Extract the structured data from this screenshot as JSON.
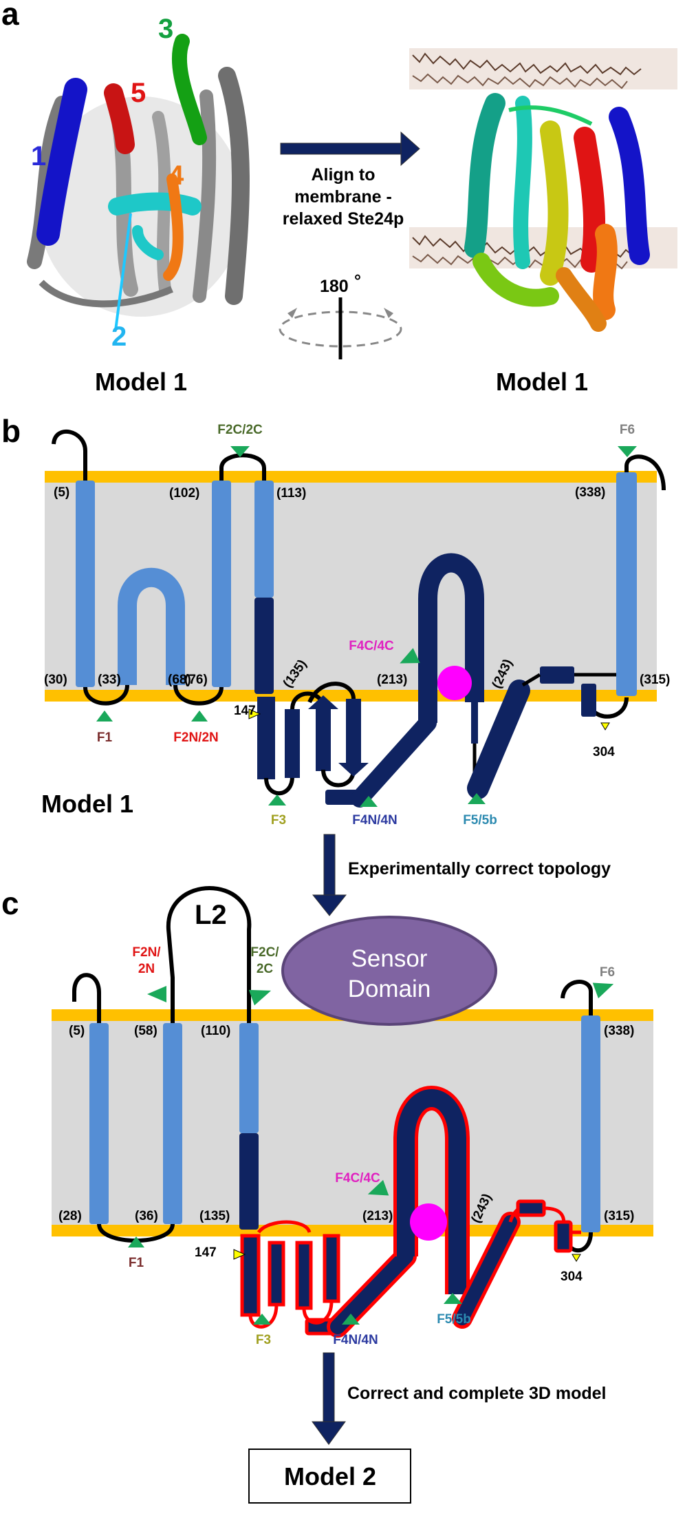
{
  "panel_a": {
    "letter": "a",
    "helix_numbers": [
      "1",
      "2",
      "3",
      "4",
      "5"
    ],
    "align_text_line1": "Align to",
    "align_text_line2": "membrane -",
    "align_text_line3": "relaxed Ste24p",
    "rotation": "180",
    "rotation_unit": "°",
    "left_model": "Model 1",
    "right_model": "Model 1"
  },
  "panel_b": {
    "letter": "b",
    "model": "Model 1",
    "residues": {
      "r5": "(5)",
      "r30": "(30)",
      "r33": "(33)",
      "r68": "(68)",
      "r76": "(76)",
      "r102": "(102)",
      "r113": "(113)",
      "r135": "(135)",
      "r213": "(213)",
      "r243": "(243)",
      "r315": "(315)",
      "r338": "(338)"
    },
    "marker147": "147",
    "marker304": "304",
    "flags": {
      "F1": "F1",
      "F2N": "F2N/2N",
      "F2C": "F2C/2C",
      "F3": "F3",
      "F4N": "F4N/4N",
      "F4C": "F4C/4C",
      "F5": "F5/5b",
      "F6": "F6"
    }
  },
  "arrow_bc_text": "Experimentally correct topology",
  "panel_c": {
    "letter": "c",
    "residues": {
      "r5": "(5)",
      "r58": "(58)",
      "r110": "(110)",
      "r28": "(28)",
      "r36": "(36)",
      "r135": "(135)",
      "r213": "(213)",
      "r243": "(243)",
      "r315": "(315)",
      "r338": "(338)"
    },
    "loop_label": "L2",
    "sensor_line1": "Sensor",
    "sensor_line2": "Domain",
    "marker147": "147",
    "marker304": "304",
    "flags": {
      "F1": "F1",
      "F2N_line1": "F2N/",
      "F2N_line2": "2N",
      "F2C_line1": "F2C/",
      "F2C_line2": "2C",
      "F3": "F3",
      "F4N": "F4N/4N",
      "F4C": "F4C/4C",
      "F5": "F5/5b",
      "F6": "F6"
    }
  },
  "arrow_c_model2_text": "Correct and complete 3D model",
  "final_box": "Model 2",
  "colors": {
    "membrane_band": "#ffc000",
    "membrane_fill": "#d9d9d9",
    "light_helix": "#558ed5",
    "dark_helix": "#0f2361",
    "active_site": "#ff00ff",
    "flag_green": "#1aa85a",
    "sensor_domain": "#8064a2",
    "red_outline": "#ff0000",
    "marker_yellow": "#ffff00"
  }
}
